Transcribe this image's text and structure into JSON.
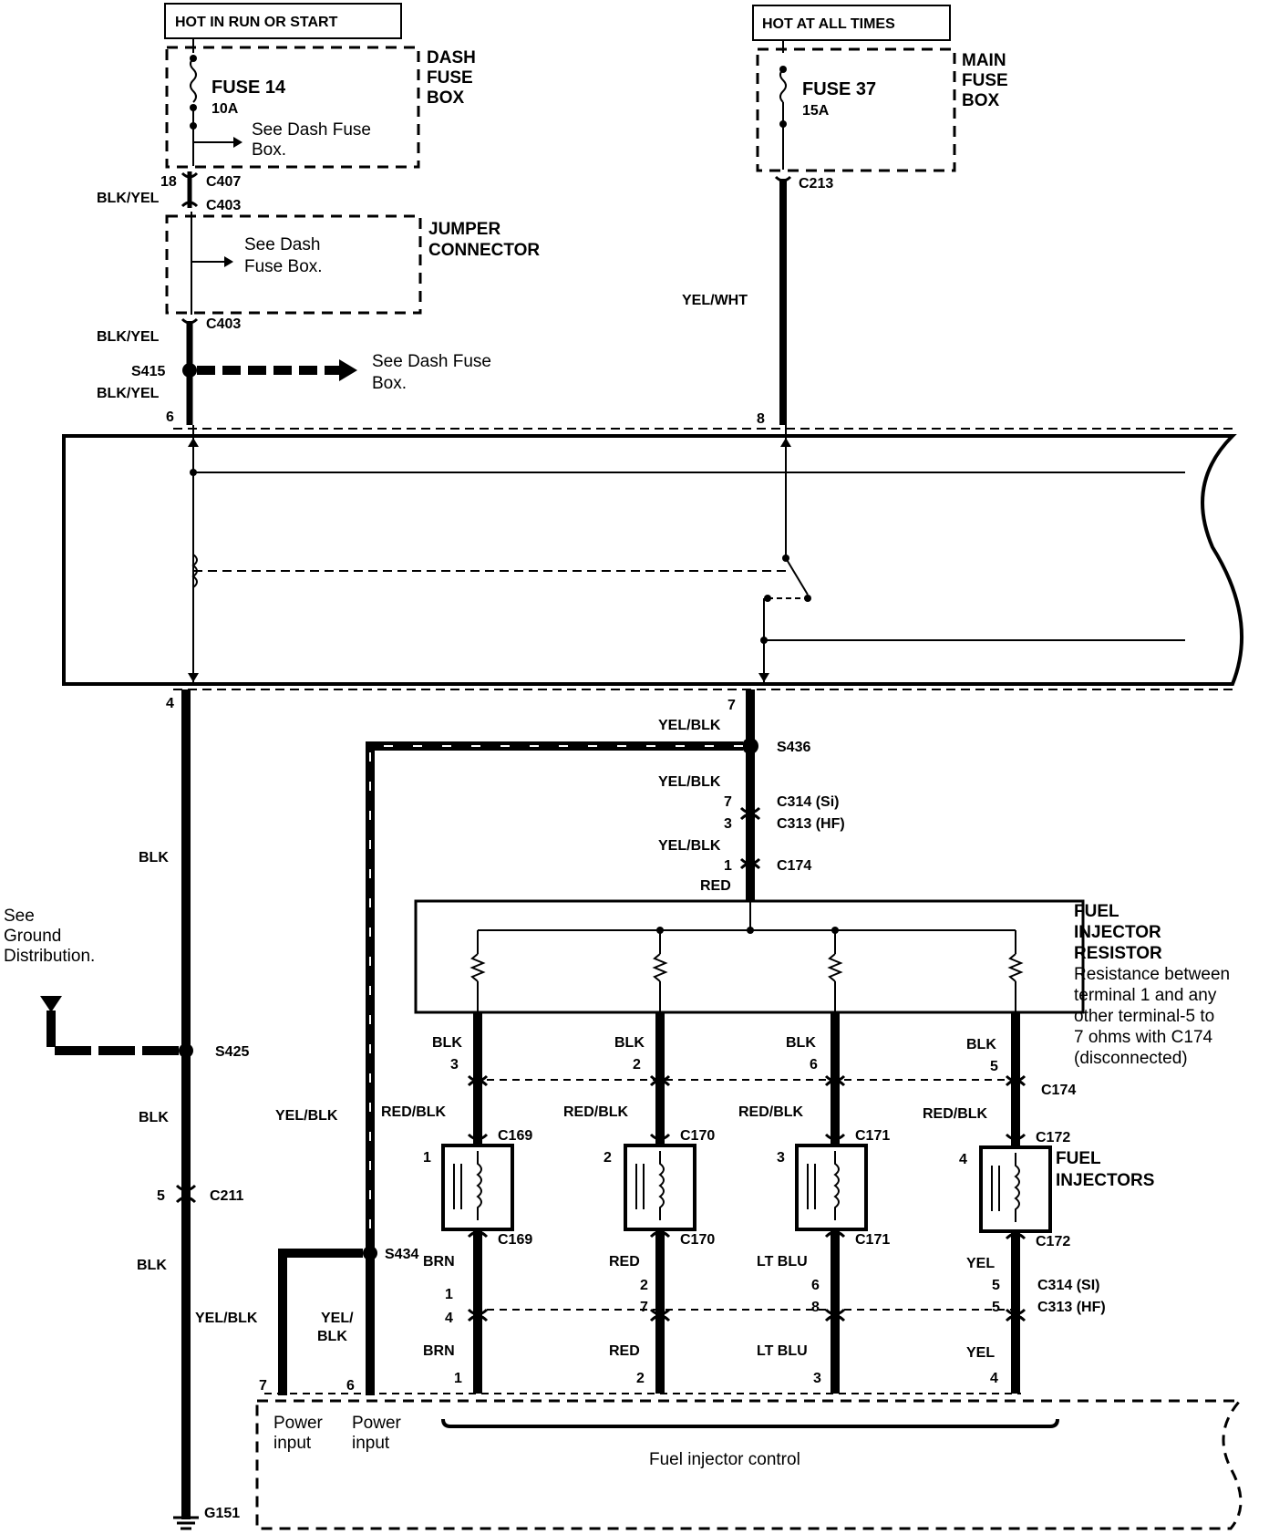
{
  "boxes": {
    "hot_run": "HOT IN RUN OR START",
    "hot_all": "HOT AT ALL TIMES"
  },
  "dash_fuse_box": {
    "title": [
      "DASH",
      "FUSE",
      "BOX"
    ],
    "fuse": "FUSE 14",
    "rating": "10A",
    "note": [
      "See Dash Fuse",
      "Box."
    ]
  },
  "main_fuse_box": {
    "title": [
      "MAIN",
      "FUSE",
      "BOX"
    ],
    "fuse": "FUSE 37",
    "rating": "15A"
  },
  "jumper": {
    "title": [
      "JUMPER",
      "CONNECTOR"
    ],
    "note": [
      "See Dash",
      "Fuse Box."
    ]
  },
  "left_feed": {
    "pin_18": "18",
    "c407": "C407",
    "wire1": "BLK/YEL",
    "c403a": "C403",
    "c403b": "C403",
    "wire2": "BLK/YEL",
    "s415": "S415",
    "wire3": "BLK/YEL",
    "s415_note": [
      "See Dash Fuse",
      "Box."
    ],
    "pin_6": "6"
  },
  "right_feed": {
    "c213": "C213",
    "wire": "YEL/WHT",
    "pin_8": "8"
  },
  "lower_left": {
    "pin_4": "4",
    "wire1": "BLK",
    "ground_note": [
      "See",
      "Ground",
      "Distribution."
    ],
    "s425": "S425",
    "wire2": "BLK",
    "pin_5": "5",
    "c211": "C211",
    "wire3": "BLK",
    "g151": "G151"
  },
  "main_relay_out": {
    "pin_7": "7",
    "wire1": "YEL/BLK",
    "s436": "S436",
    "wire2": "YEL/BLK",
    "c314_pin": "7",
    "c314": "C314 (Si)",
    "c313_pin": "3",
    "c313": "C313 (HF)",
    "wire3": "YEL/BLK",
    "c174_pin": "1",
    "c174": "C174",
    "wire4": "RED"
  },
  "resistor": {
    "title": [
      "FUEL",
      "INJECTOR",
      "RESISTOR"
    ],
    "note": [
      "Resistance between",
      "terminal 1 and any",
      "other terminal-5 to",
      "7 ohms with C174",
      "(disconnected)"
    ]
  },
  "injectors_label": [
    "FUEL",
    "INJECTORS"
  ],
  "left_branch": {
    "wire_down": "YEL/BLK",
    "s434": "S434",
    "wire_a": "YEL/BLK",
    "wire_b": [
      "YEL/",
      "BLK"
    ],
    "pin_7": "7",
    "pin_6": "6"
  },
  "channels": [
    {
      "num": "1",
      "top_wire": "BLK",
      "res_pin": "3",
      "mid_wire": "RED/BLK",
      "conn": "C169",
      "out_wire": "BRN",
      "c314_pin": "1",
      "c313_pin": "4",
      "bot_wire": "BRN",
      "ecm_pin": "1"
    },
    {
      "num": "2",
      "top_wire": "BLK",
      "res_pin": "2",
      "mid_wire": "RED/BLK",
      "conn": "C170",
      "out_wire": "RED",
      "c314_pin": "2",
      "c313_pin": "7",
      "bot_wire": "RED",
      "ecm_pin": "2"
    },
    {
      "num": "3",
      "top_wire": "BLK",
      "res_pin": "6",
      "mid_wire": "RED/BLK",
      "conn": "C171",
      "out_wire": "LT BLU",
      "c314_pin": "6",
      "c313_pin": "8",
      "bot_wire": "LT BLU",
      "ecm_pin": "3"
    },
    {
      "num": "4",
      "top_wire": "BLK",
      "res_pin": "5",
      "mid_wire": "RED/BLK",
      "conn": "C172",
      "out_wire": "YEL",
      "c314_pin": "5",
      "c313_pin": "5",
      "bot_wire": "YEL",
      "ecm_pin": "4"
    }
  ],
  "c174_label": "C174",
  "c314_label": "C314 (SI)",
  "c313_label": "C313 (HF)",
  "ecm": {
    "power1": [
      "Power",
      "input"
    ],
    "power2": [
      "Power",
      "input"
    ],
    "control": "Fuel injector control"
  }
}
